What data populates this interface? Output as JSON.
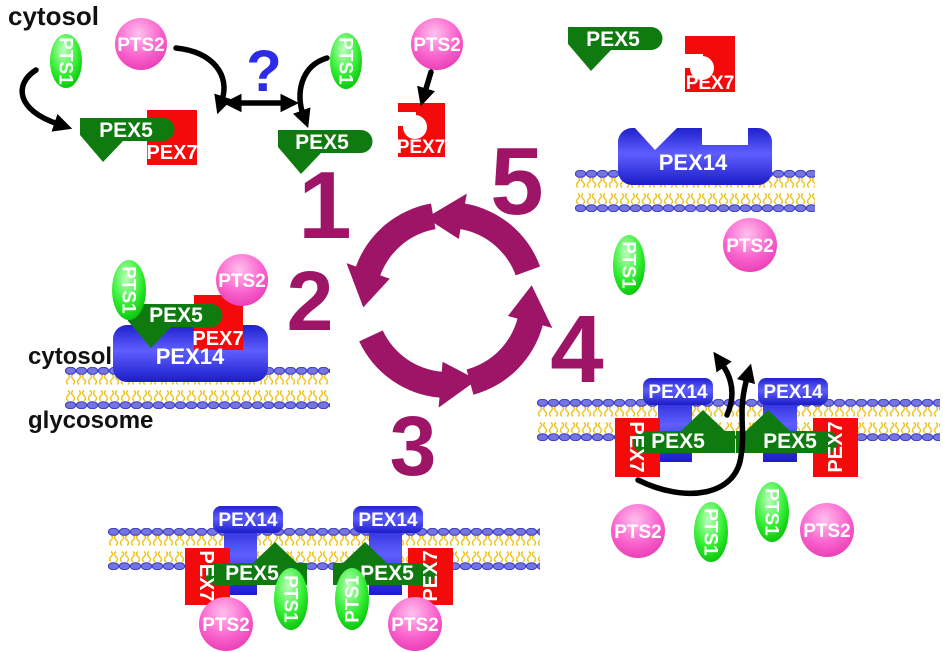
{
  "figure": {
    "region_labels": {
      "cytosol_top": "cytosol",
      "cytosol_mid": "cytosol",
      "glycosome": "glycosome"
    },
    "proteins": {
      "pex5": "PEX5",
      "pex7": "PEX7",
      "pex14": "PEX14",
      "pts1": "PTS1",
      "pts2": "PTS2"
    },
    "cycle": {
      "n1": "1",
      "n2": "2",
      "n3": "3",
      "n4": "4",
      "n5": "5",
      "question_mark": "?"
    },
    "colors": {
      "step_number": "#9E1568",
      "cycle_arrow": "#9E1568",
      "pex5_green": "#0F7A0F",
      "pex7_red": "#F40A0A",
      "pex14_blue": "#3535E8",
      "pts1_green": "#22DD22",
      "pts2_pink": "#F75ECB",
      "membrane_head": "#7575DF",
      "membrane_tail": "#EDC41E",
      "question_blue": "#2B2BE8",
      "arrow_black": "#000000"
    }
  }
}
